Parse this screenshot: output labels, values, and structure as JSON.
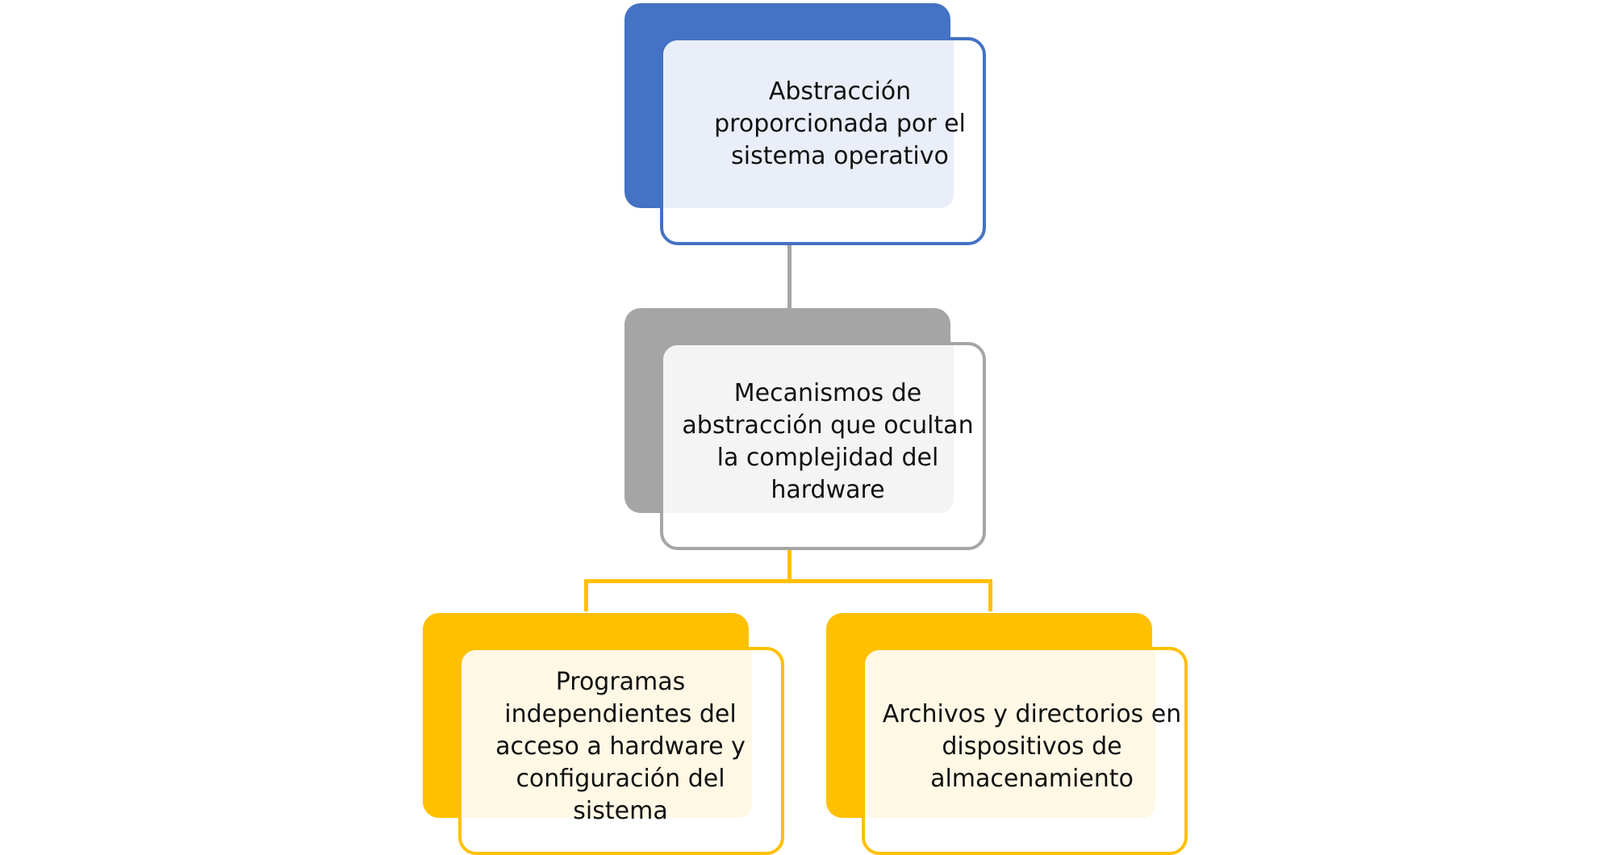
{
  "nodes": {
    "root": "Abstracción proporcionada por el sistema operativo",
    "middle": "Mecanismos de abstracción que ocultan la complejidad del hardware",
    "left": "Programas independientes del acceso a hardware y configuración del sistema",
    "right": "Archivos y directorios en dispositivos de almacenamiento"
  },
  "colors": {
    "level1": "#4472C4",
    "level2": "#A5A5A5",
    "level3": "#FFC000"
  }
}
